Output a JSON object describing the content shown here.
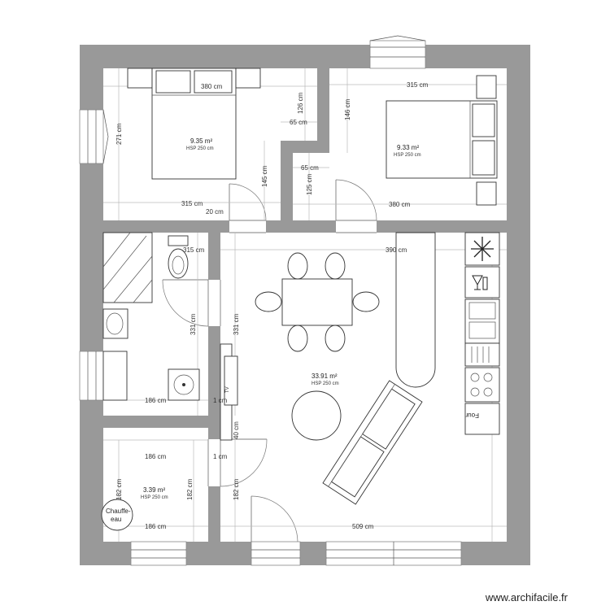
{
  "rooms": {
    "bedroom1": {
      "area": "9.35 m²",
      "hsp": "HSP 250 cm"
    },
    "bedroom2": {
      "area": "9.33 m²",
      "hsp": "HSP 250 cm"
    },
    "living": {
      "area": "33.91 m²",
      "hsp": "HSP 250 cm"
    },
    "storage": {
      "area": "3.39 m²",
      "hsp": "HSP 250 cm"
    }
  },
  "dims": {
    "b1_top": "380 cm",
    "b1_bottom": "315 cm",
    "b1_left": "271 cm",
    "b1_notch_v": "126 cm",
    "b1_notch_h": "65 cm",
    "b1_door_v": "145 cm",
    "b1_door_gap": "20 cm",
    "b2_top": "315 cm",
    "b2_left_upper": "146 cm",
    "b2_notch_h": "65 cm",
    "b2_left_lower": "125 cm",
    "b2_bottom": "380 cm",
    "living_top": "390 cm",
    "bath_left": "331 cm",
    "living_left": "331 cm",
    "bath_bottom": "186 cm",
    "bath_gap": "1 cm",
    "living_door": "40 cm",
    "storage_top": "186 cm",
    "storage_left": "182 cm",
    "storage_right": "182 cm",
    "storage_gap": "1 cm",
    "living_right_lower": "182 cm",
    "storage_bottom": "186 cm",
    "living_bottom": "509 cm",
    "wc_label": "315 cm"
  },
  "labels": {
    "heater": [
      "Chauffe-",
      "eau"
    ],
    "oven": "Four",
    "tv": "TV"
  },
  "watermark": "www.archifacile.fr"
}
